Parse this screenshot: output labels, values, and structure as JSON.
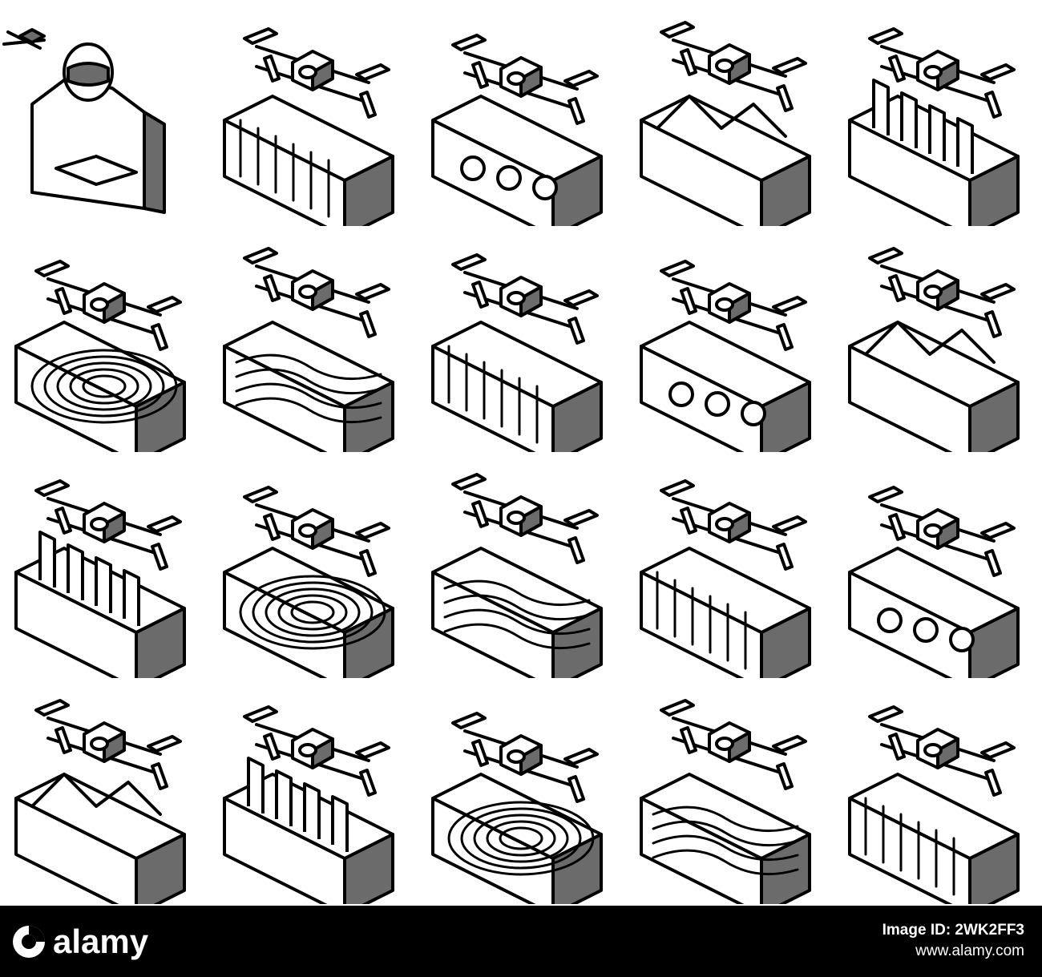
{
  "artwork": {
    "style": "isometric line icons",
    "stroke_color": "#000000",
    "fill_color": "#6b6b6b",
    "background": "#ffffff",
    "icons": [
      {
        "name": "drone-pilot-icon"
      },
      {
        "name": "river-survey-drone-icon"
      },
      {
        "name": "building-inspection-drone-icon"
      },
      {
        "name": "terrain-layers-drone-icon"
      },
      {
        "name": "construction-drone-icon"
      },
      {
        "name": "storefront-drone-icon"
      },
      {
        "name": "bridge-inspection-drone-icon"
      },
      {
        "name": "water-sampling-drone-icon"
      },
      {
        "name": "traffic-monitoring-drone-icon"
      },
      {
        "name": "mountain-mapping-drone-icon"
      },
      {
        "name": "crop-spraying-drone-icon"
      },
      {
        "name": "dam-inspection-drone-icon"
      },
      {
        "name": "wind-farm-drone-icon"
      },
      {
        "name": "topographic-mapping-drone-icon"
      },
      {
        "name": "drone-repair-icon"
      },
      {
        "name": "wildlife-tracking-drone-icon"
      },
      {
        "name": "power-line-drone-icon"
      },
      {
        "name": "forest-monitoring-drone-icon"
      },
      {
        "name": "city-survey-drone-icon"
      },
      {
        "name": "warehouse-drone-icon"
      }
    ]
  },
  "footer": {
    "brand": "alamy",
    "image_id_label": "Image ID: 2WK2FF3",
    "url": "www.alamy.com",
    "background": "#000000",
    "text_color": "#ffffff"
  }
}
